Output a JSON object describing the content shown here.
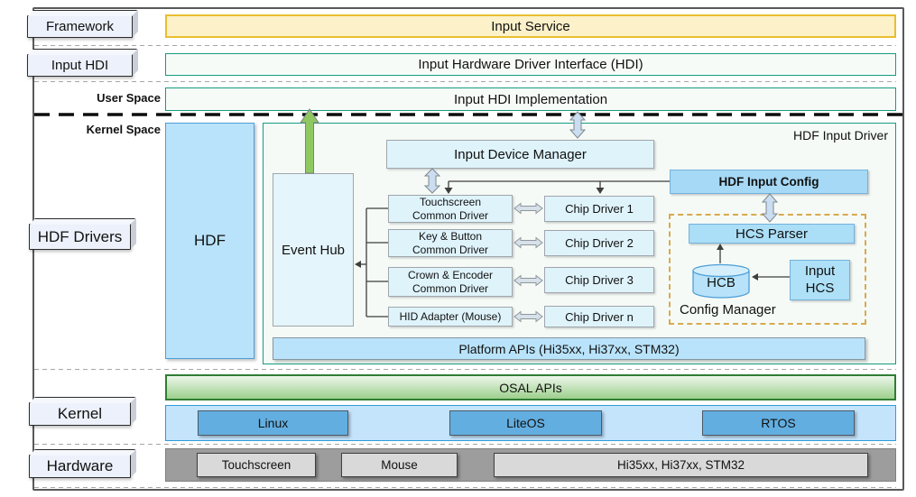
{
  "rail": {
    "framework": "Framework",
    "input_hdi": "Input HDI",
    "hdf_drivers": "HDF Drivers",
    "kernel": "Kernel",
    "hardware": "Hardware",
    "user_space": "User Space",
    "kernel_space": "Kernel Space"
  },
  "user_space": {
    "input_service": "Input Service",
    "input_hdi_bar": "Input Hardware Driver Interface (HDI)",
    "input_hdi_impl": "Input HDI Implementation"
  },
  "hdf_driver": {
    "title": "HDF Input Driver",
    "hdf": "HDF",
    "event_hub": "Event Hub",
    "input_device_manager": "Input Device Manager",
    "common_drivers": [
      "Touchscreen\nCommon Driver",
      "Key & Button\nCommon Driver",
      "Crown & Encoder\nCommon Driver",
      "HID Adapter (Mouse)"
    ],
    "chip_drivers": [
      "Chip Driver 1",
      "Chip Driver 2",
      "Chip Driver 3",
      "Chip Driver n"
    ],
    "platform_apis": "Platform APIs (Hi35xx, Hi37xx, STM32)"
  },
  "config": {
    "hdf_input_config": "HDF Input Config",
    "hcs_parser": "HCS Parser",
    "hcb": "HCB",
    "input_hcs": "Input\nHCS",
    "label": "Config Manager"
  },
  "osal": {
    "label": "OSAL APIs"
  },
  "kernel_row": {
    "oses": [
      "Linux",
      "LiteOS",
      "RTOS"
    ]
  },
  "hardware_row": {
    "devices": [
      "Touchscreen",
      "Mouse",
      "Hi35xx, Hi37xx, STM32"
    ]
  },
  "colors": {
    "service_fill": "#fcf1c9",
    "service_border": "#e9be30",
    "teal_border": "#169b80",
    "blue_fill": "#b9e3fa",
    "blue_border": "#4d9fd8",
    "light_blue_fill": "#dff3fb",
    "config_fill": "#a6d9f6",
    "config_dash_border": "#d9a94e",
    "osal_green": "#9ccf8c",
    "osal_border": "#2e7d33",
    "kernel_bar_fill": "#c4e4fc",
    "kernel_bar_border": "#2d9cdb",
    "os_fill": "#63aee0",
    "hw_bar_fill": "#9d9d9d",
    "hw_box_fill": "#d9d9d9",
    "green_arrow": "#8fc861",
    "blue_arrow": "#cbddf0"
  }
}
